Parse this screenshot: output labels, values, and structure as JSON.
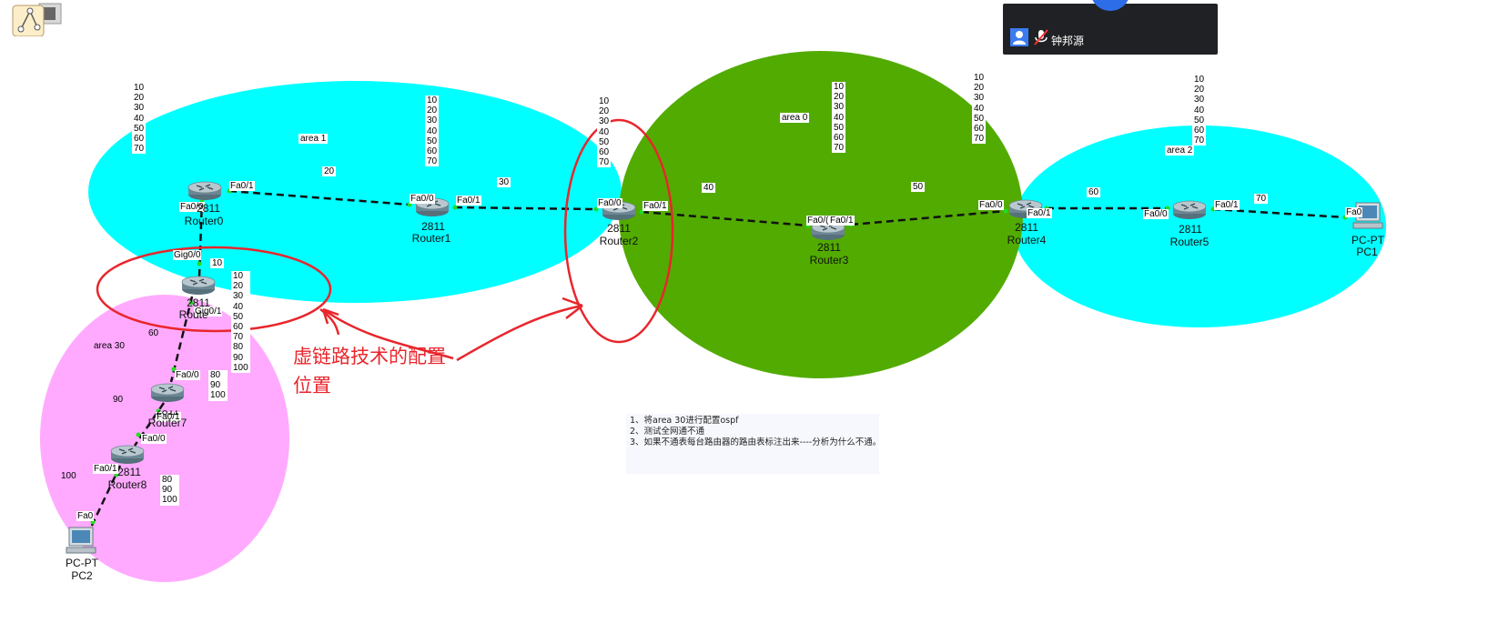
{
  "meeting": {
    "participant_name": "钟邦源",
    "person_icon": "person-icon",
    "mic_icon": "mic-muted-icon"
  },
  "app": {
    "icon": "topology-app-icon"
  },
  "areas": {
    "area0": "area 0",
    "area1": "area 1",
    "area2": "area 2",
    "area30": "area 30",
    "colors": {
      "area0": "#52ab00",
      "area1": "#00ffff",
      "area2": "#00ffff",
      "area30": "#ffaaff"
    }
  },
  "devices": {
    "router0": {
      "model": "2811",
      "name": "Router0"
    },
    "router1": {
      "model": "2811",
      "name": "Router1"
    },
    "router2": {
      "model": "2811",
      "name": "Router2"
    },
    "router3": {
      "model": "2811",
      "name": "Router3"
    },
    "router4": {
      "model": "2811",
      "name": "Router4"
    },
    "router5": {
      "model": "2811",
      "name": "Router5"
    },
    "router6": {
      "model": "2811",
      "name": "Router6"
    },
    "router7": {
      "model": "2811",
      "name": "Router7"
    },
    "router8": {
      "model": "2811",
      "name": "Router8"
    },
    "pc1": {
      "model": "PC-PT",
      "name": "PC1"
    },
    "pc2": {
      "model": "PC-PT",
      "name": "PC2"
    }
  },
  "ports": {
    "r0_fa01": "Fa0/1",
    "r0_fa00": "Fa0/0",
    "r1_fa00": "Fa0/0",
    "r1_fa01": "Fa0/1",
    "r2_fa00": "Fa0/0",
    "r2_fa01": "Fa0/1",
    "r3_fa00": "Fa0/(",
    "r3_fa01": "Fa0/1",
    "r4_fa00": "Fa0/0",
    "r4_fa01": "Fa0/1",
    "r5_fa00": "Fa0/0",
    "r5_fa01": "Fa0/1",
    "pc1_fa0": "Fa0",
    "r6_gig00": "Gig0/0",
    "r6_gig01": "Gig0/1",
    "r7_fa00": "Fa0/0",
    "r7_fa01": "Fa0/1",
    "r8_fa00": "Fa0/0",
    "r8_fa01": "Fa0/1",
    "pc2_fa0": "Fa0"
  },
  "network_labels": {
    "n20": "20",
    "n30": "30",
    "n40": "40",
    "n50": "50",
    "n60": "60",
    "n70": "70",
    "n10": "10",
    "n90": "90",
    "n100": "100",
    "n_partial": "60"
  },
  "route_tables": {
    "r0": [
      "10",
      "20",
      "30",
      "40",
      "50",
      "60",
      "70"
    ],
    "r1": [
      "10",
      "20",
      "30",
      "40",
      "50",
      "60",
      "70"
    ],
    "r2": [
      "10",
      "20",
      "30",
      "40",
      "50",
      "60",
      "70"
    ],
    "r3": [
      "10",
      "20",
      "30",
      "40",
      "50",
      "60",
      "70"
    ],
    "r4": [
      "10",
      "20",
      "30",
      "40",
      "50",
      "60",
      "70"
    ],
    "r5": [
      "10",
      "20",
      "30",
      "40",
      "50",
      "60",
      "70"
    ],
    "r6": [
      "10",
      "20",
      "30",
      "40",
      "50",
      "60",
      "70",
      "80",
      "90",
      "100"
    ],
    "r7": [
      "80",
      "90",
      "100"
    ],
    "r8": [
      "80",
      "90",
      "100"
    ]
  },
  "annotation": {
    "line1": "虚链路技术的配置",
    "line2": "位置"
  },
  "instructions": [
    "1、将area 30进行配置ospf",
    "2、测试全网通不通",
    "3、如果不通表每台路由器的路由表标注出来----分析为什么不通。"
  ]
}
